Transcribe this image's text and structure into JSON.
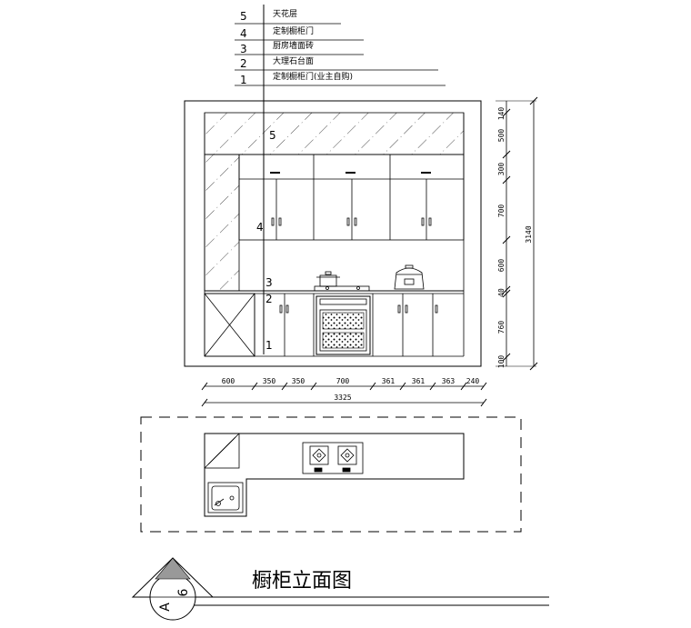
{
  "legend": {
    "items": [
      {
        "num": "5",
        "text": "天花层"
      },
      {
        "num": "4",
        "text": "定制橱柜门"
      },
      {
        "num": "3",
        "text": "厨房墙面砖"
      },
      {
        "num": "2",
        "text": "大理石台面"
      },
      {
        "num": "1",
        "text": "定制橱柜门(业主自购)"
      }
    ]
  },
  "elevation_markers": [
    "5",
    "4",
    "3",
    "2",
    "1"
  ],
  "dimensions": {
    "horizontal": [
      "600",
      "350",
      "350",
      "700",
      "361",
      "361",
      "363",
      "240"
    ],
    "horizontal_total": "3325",
    "vertical": [
      "140",
      "500",
      "300",
      "700",
      "600",
      "40",
      "760",
      "100"
    ],
    "vertical_total": "3140"
  },
  "title_block": {
    "title": "橱柜立面图",
    "symbol_letter": "A",
    "symbol_number": "6"
  }
}
